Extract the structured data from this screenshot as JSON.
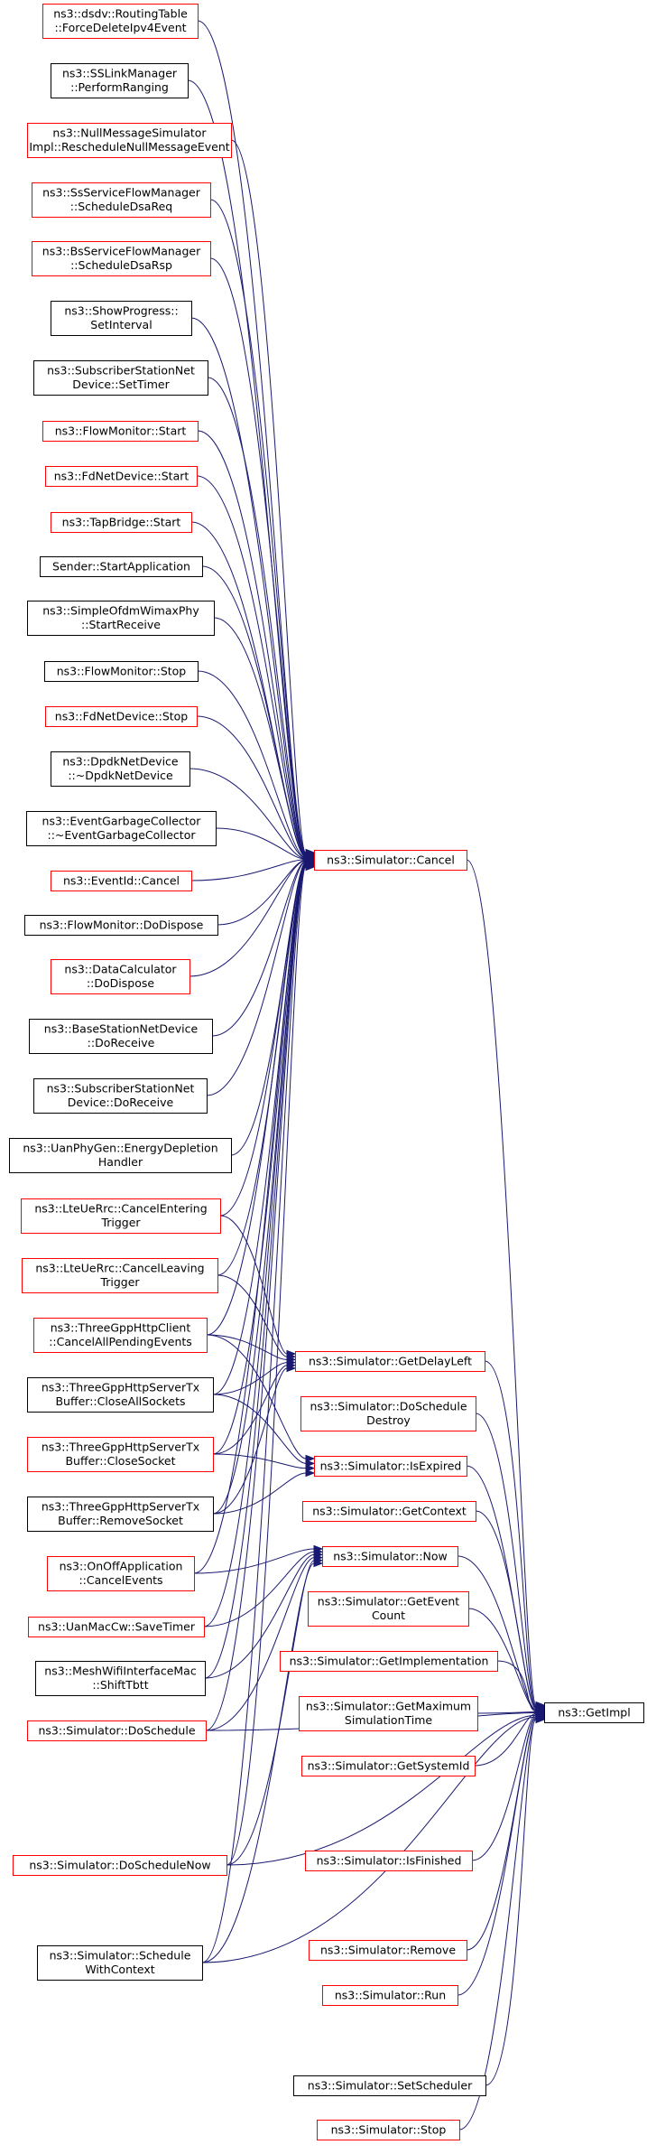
{
  "colors": {
    "edge": "#191970",
    "border_linked": "#000000",
    "border_unlinked": "#ff0000",
    "target_fill": "#bfbfbf"
  },
  "nodes": {
    "n1": {
      "lines": [
        "ns3::dsdv::RoutingTable",
        "::ForceDeleteIpv4Event"
      ],
      "border": "red"
    },
    "n2": {
      "lines": [
        "ns3::SSLinkManager",
        "::PerformRanging"
      ],
      "border": "black"
    },
    "n3": {
      "lines": [
        "ns3::NullMessageSimulator",
        "Impl::RescheduleNullMessageEvent"
      ],
      "border": "red"
    },
    "n4": {
      "lines": [
        "ns3::SsServiceFlowManager",
        "::ScheduleDsaReq"
      ],
      "border": "red"
    },
    "n5": {
      "lines": [
        "ns3::BsServiceFlowManager",
        "::ScheduleDsaRsp"
      ],
      "border": "red"
    },
    "n6": {
      "lines": [
        "ns3::ShowProgress::",
        "SetInterval"
      ],
      "border": "black"
    },
    "n7": {
      "lines": [
        "ns3::SubscriberStationNet",
        "Device::SetTimer"
      ],
      "border": "black"
    },
    "n8": {
      "lines": [
        "ns3::FlowMonitor::Start"
      ],
      "border": "red"
    },
    "n9": {
      "lines": [
        "ns3::FdNetDevice::Start"
      ],
      "border": "red"
    },
    "n10": {
      "lines": [
        "ns3::TapBridge::Start"
      ],
      "border": "red"
    },
    "n11": {
      "lines": [
        "Sender::StartApplication"
      ],
      "border": "black"
    },
    "n12": {
      "lines": [
        "ns3::SimpleOfdmWimaxPhy",
        "::StartReceive"
      ],
      "border": "black"
    },
    "n13": {
      "lines": [
        "ns3::FlowMonitor::Stop"
      ],
      "border": "black"
    },
    "n14": {
      "lines": [
        "ns3::FdNetDevice::Stop"
      ],
      "border": "red"
    },
    "n15": {
      "lines": [
        "ns3::DpdkNetDevice",
        "::~DpdkNetDevice"
      ],
      "border": "black"
    },
    "n16": {
      "lines": [
        "ns3::EventGarbageCollector",
        "::~EventGarbageCollector"
      ],
      "border": "black"
    },
    "n17": {
      "lines": [
        "ns3::EventId::Cancel"
      ],
      "border": "red"
    },
    "n18": {
      "lines": [
        "ns3::FlowMonitor::DoDispose"
      ],
      "border": "black"
    },
    "n19": {
      "lines": [
        "ns3::DataCalculator",
        "::DoDispose"
      ],
      "border": "red"
    },
    "n20": {
      "lines": [
        "ns3::BaseStationNetDevice",
        "::DoReceive"
      ],
      "border": "black"
    },
    "n21": {
      "lines": [
        "ns3::SubscriberStationNet",
        "Device::DoReceive"
      ],
      "border": "black"
    },
    "n22": {
      "lines": [
        "ns3::UanPhyGen::EnergyDepletion",
        "Handler"
      ],
      "border": "black"
    },
    "n23": {
      "lines": [
        "ns3::LteUeRrc::CancelEntering",
        "Trigger"
      ],
      "border": "red"
    },
    "n24": {
      "lines": [
        "ns3::LteUeRrc::CancelLeaving",
        "Trigger"
      ],
      "border": "red"
    },
    "n25": {
      "lines": [
        "ns3::ThreeGppHttpClient",
        "::CancelAllPendingEvents"
      ],
      "border": "red"
    },
    "n26": {
      "lines": [
        "ns3::ThreeGppHttpServerTx",
        "Buffer::CloseAllSockets"
      ],
      "border": "black"
    },
    "n27": {
      "lines": [
        "ns3::ThreeGppHttpServerTx",
        "Buffer::CloseSocket"
      ],
      "border": "red"
    },
    "n28": {
      "lines": [
        "ns3::ThreeGppHttpServerTx",
        "Buffer::RemoveSocket"
      ],
      "border": "black"
    },
    "n29": {
      "lines": [
        "ns3::OnOffApplication",
        "::CancelEvents"
      ],
      "border": "red"
    },
    "n30": {
      "lines": [
        "ns3::UanMacCw::SaveTimer"
      ],
      "border": "red"
    },
    "n31": {
      "lines": [
        "ns3::MeshWifiInterfaceMac",
        "::ShiftTbtt"
      ],
      "border": "black"
    },
    "n32": {
      "lines": [
        "ns3::Simulator::DoSchedule"
      ],
      "border": "red"
    },
    "n33": {
      "lines": [
        "ns3::Simulator::DoScheduleNow"
      ],
      "border": "red"
    },
    "n34": {
      "lines": [
        "ns3::Simulator::Schedule",
        "WithContext"
      ],
      "border": "black"
    },
    "cancel": {
      "lines": [
        "ns3::Simulator::Cancel"
      ],
      "border": "red"
    },
    "getdelay": {
      "lines": [
        "ns3::Simulator::GetDelayLeft"
      ],
      "border": "red"
    },
    "dodestroy": {
      "lines": [
        "ns3::Simulator::DoSchedule",
        "Destroy"
      ],
      "border": "red"
    },
    "isexpired": {
      "lines": [
        "ns3::Simulator::IsExpired"
      ],
      "border": "red"
    },
    "getcontext": {
      "lines": [
        "ns3::Simulator::GetContext"
      ],
      "border": "red"
    },
    "now": {
      "lines": [
        "ns3::Simulator::Now"
      ],
      "border": "red"
    },
    "geteventcount": {
      "lines": [
        "ns3::Simulator::GetEvent",
        "Count"
      ],
      "border": "red"
    },
    "getimpl_m": {
      "lines": [
        "ns3::Simulator::GetImplementation"
      ],
      "border": "red"
    },
    "getmax": {
      "lines": [
        "ns3::Simulator::GetMaximum",
        "SimulationTime"
      ],
      "border": "red"
    },
    "getsysid": {
      "lines": [
        "ns3::Simulator::GetSystemId"
      ],
      "border": "red"
    },
    "isfinished": {
      "lines": [
        "ns3::Simulator::IsFinished"
      ],
      "border": "red"
    },
    "remove": {
      "lines": [
        "ns3::Simulator::Remove"
      ],
      "border": "red"
    },
    "run": {
      "lines": [
        "ns3::Simulator::Run"
      ],
      "border": "red"
    },
    "setsched": {
      "lines": [
        "ns3::Simulator::SetScheduler"
      ],
      "border": "black"
    },
    "stop": {
      "lines": [
        "ns3::Simulator::Stop"
      ],
      "border": "red"
    },
    "getimpl": {
      "lines": [
        "ns3::GetImpl"
      ],
      "border": "black",
      "highlight": true
    }
  },
  "edges": [
    [
      "n1",
      "cancel"
    ],
    [
      "n2",
      "cancel"
    ],
    [
      "n3",
      "cancel"
    ],
    [
      "n4",
      "cancel"
    ],
    [
      "n5",
      "cancel"
    ],
    [
      "n6",
      "cancel"
    ],
    [
      "n7",
      "cancel"
    ],
    [
      "n8",
      "cancel"
    ],
    [
      "n9",
      "cancel"
    ],
    [
      "n10",
      "cancel"
    ],
    [
      "n11",
      "cancel"
    ],
    [
      "n12",
      "cancel"
    ],
    [
      "n13",
      "cancel"
    ],
    [
      "n14",
      "cancel"
    ],
    [
      "n15",
      "cancel"
    ],
    [
      "n16",
      "cancel"
    ],
    [
      "n17",
      "cancel"
    ],
    [
      "n18",
      "cancel"
    ],
    [
      "n19",
      "cancel"
    ],
    [
      "n20",
      "cancel"
    ],
    [
      "n21",
      "cancel"
    ],
    [
      "n22",
      "cancel"
    ],
    [
      "n23",
      "cancel"
    ],
    [
      "n24",
      "cancel"
    ],
    [
      "n25",
      "cancel"
    ],
    [
      "n26",
      "cancel"
    ],
    [
      "n27",
      "cancel"
    ],
    [
      "n28",
      "cancel"
    ],
    [
      "n29",
      "cancel"
    ],
    [
      "n30",
      "cancel"
    ],
    [
      "n31",
      "cancel"
    ],
    [
      "n32",
      "cancel"
    ],
    [
      "n33",
      "cancel"
    ],
    [
      "n34",
      "cancel"
    ],
    [
      "n23",
      "getdelay"
    ],
    [
      "n24",
      "getdelay"
    ],
    [
      "n25",
      "getdelay"
    ],
    [
      "n26",
      "getdelay"
    ],
    [
      "n27",
      "getdelay"
    ],
    [
      "n28",
      "getdelay"
    ],
    [
      "n25",
      "isexpired"
    ],
    [
      "n26",
      "isexpired"
    ],
    [
      "n27",
      "isexpired"
    ],
    [
      "n28",
      "isexpired"
    ],
    [
      "n29",
      "now"
    ],
    [
      "n30",
      "now"
    ],
    [
      "n31",
      "now"
    ],
    [
      "n32",
      "now"
    ],
    [
      "n33",
      "now"
    ],
    [
      "n34",
      "now"
    ],
    [
      "cancel",
      "getimpl"
    ],
    [
      "getdelay",
      "getimpl"
    ],
    [
      "dodestroy",
      "getimpl"
    ],
    [
      "isexpired",
      "getimpl"
    ],
    [
      "getcontext",
      "getimpl"
    ],
    [
      "now",
      "getimpl"
    ],
    [
      "geteventcount",
      "getimpl"
    ],
    [
      "getimpl_m",
      "getimpl"
    ],
    [
      "getmax",
      "getimpl"
    ],
    [
      "getsysid",
      "getimpl"
    ],
    [
      "n32",
      "getimpl"
    ],
    [
      "n33",
      "getimpl"
    ],
    [
      "n34",
      "getimpl"
    ],
    [
      "isfinished",
      "getimpl"
    ],
    [
      "remove",
      "getimpl"
    ],
    [
      "run",
      "getimpl"
    ],
    [
      "setsched",
      "getimpl"
    ],
    [
      "stop",
      "getimpl"
    ]
  ]
}
